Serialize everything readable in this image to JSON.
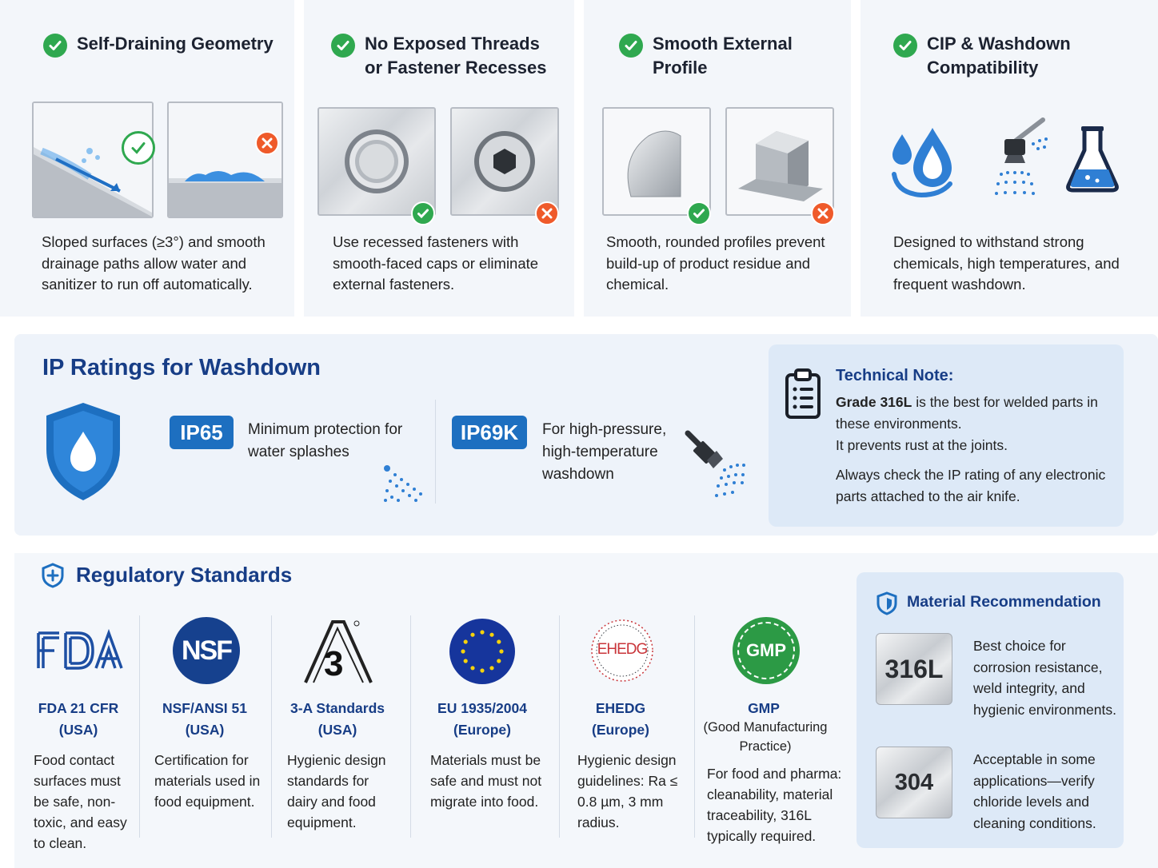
{
  "principles": [
    {
      "title": "Self-Draining Geometry",
      "desc": "Sloped surfaces (≥3°) and smooth drainage paths allow water and sanitizer to run off automatically."
    },
    {
      "title": "No Exposed Threads or Fastener Recesses",
      "desc": "Use recessed fasteners with smooth-faced caps or eliminate external fasteners."
    },
    {
      "title": "Smooth External Profile",
      "desc": "Smooth, rounded profiles prevent build-up of product residue and chemical."
    },
    {
      "title": "CIP & Washdown Compatibility",
      "desc": "Designed to withstand strong chemicals, high temperatures, and frequent washdown."
    }
  ],
  "ip": {
    "title": "IP Ratings for Washdown",
    "ratings": [
      {
        "code": "IP65",
        "text": "Minimum protection for water splashes"
      },
      {
        "code": "IP69K",
        "text": "For high-pressure, high-temperature washdown"
      }
    ]
  },
  "tech_note": {
    "title": "Technical Note:",
    "grade_bold": "Grade 316L",
    "line1_rest": " is the best for welded parts in these environments.",
    "line2": "It prevents rust at the joints.",
    "line3": "Always check the IP rating of any electronic parts attached to the air knife."
  },
  "regulatory": {
    "title": "Regulatory Standards",
    "standards": [
      {
        "logo": "FDA",
        "name": "FDA 21 CFR",
        "region": "(USA)",
        "desc": "Food contact surfaces must be safe, non-toxic, and easy to clean."
      },
      {
        "logo": "NSF",
        "name": "NSF/ANSI 51",
        "region": "(USA)",
        "desc": "Certification for materials used in food equipment."
      },
      {
        "logo": "3",
        "name": "3-A Standards",
        "region": "(USA)",
        "desc": "Hygienic design standards for dairy and food equipment."
      },
      {
        "logo": "EU",
        "name": "EU 1935/2004",
        "region": "(Europe)",
        "desc": "Materials must be safe and must not migrate into food."
      },
      {
        "logo": "EHEDG",
        "name": "EHEDG",
        "region": "(Europe)",
        "desc": "Hygienic design guidelines: Ra ≤ 0.8 µm, 3 mm radius."
      },
      {
        "logo": "GMP",
        "name": "GMP",
        "region": "(Good Manufacturing Practice)",
        "desc": "For food and pharma: cleanability, material traceability, 316L typically required."
      }
    ]
  },
  "material": {
    "title": "Material Recommendation",
    "grades": [
      {
        "grade": "316L",
        "text": "Best choice for corrosion resistance, weld integrity, and hygienic environments."
      },
      {
        "grade": "304",
        "text": "Acceptable in some applications—verify chloride levels and cleaning conditions."
      }
    ]
  },
  "colors": {
    "accent_blue": "#173d86",
    "badge_blue": "#1d6fc0",
    "check_green": "#2fa84f",
    "cross_orange": "#ef5a2a"
  },
  "icons": [
    "check-icon",
    "cross-icon",
    "water-drop-icon",
    "spray-nozzle-icon",
    "flask-icon",
    "shield-drop-icon",
    "clipboard-icon",
    "shield-plus-icon"
  ]
}
